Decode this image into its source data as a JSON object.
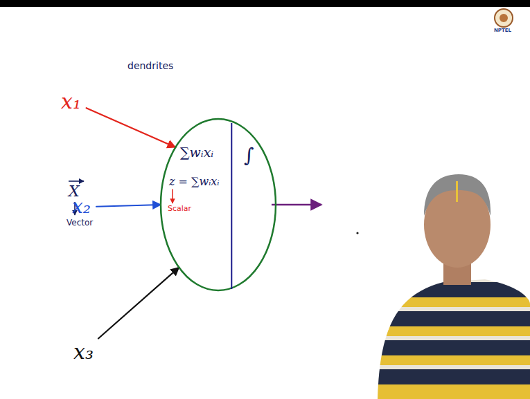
{
  "diagram": {
    "nodes": [
      {
        "text": [
          "x₁"
        ]
      },
      {
        "text": [
          "x₂"
        ]
      },
      {
        "text": [
          "x₃"
        ]
      },
      {
        "text": [
          "∑wᵢxᵢ",
          "∫",
          "z = ∑wᵢxᵢ",
          "Scalar"
        ]
      }
    ],
    "edges": [
      {
        "from": 0,
        "to": 3,
        "arrow": "to"
      },
      {
        "from": 1,
        "to": 3,
        "arrow": "to"
      },
      {
        "from": 2,
        "to": 3,
        "arrow": "to"
      }
    ],
    "labels": [
      "NPTEL",
      "dendrites",
      "X",
      "Vector"
    ]
  }
}
